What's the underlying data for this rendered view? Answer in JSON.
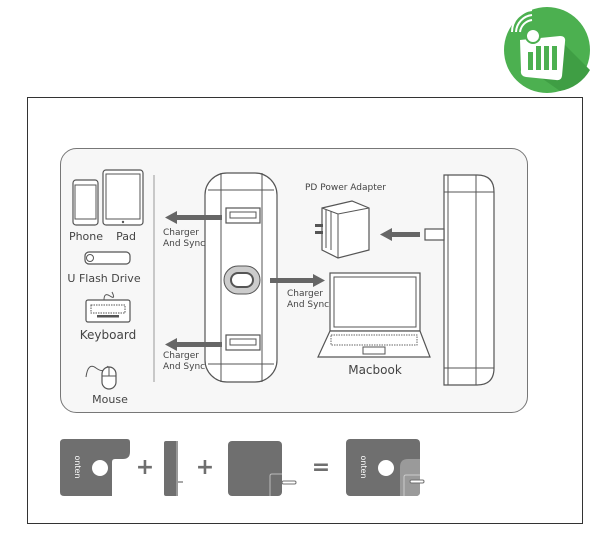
{
  "logo": {
    "name": "brand-logo",
    "colors": {
      "outer": "#4cb050",
      "inner": "#3f9e44",
      "shadow": "#2f7d33"
    }
  },
  "devices": {
    "phone": "Phone",
    "pad": "Pad",
    "flash_drive": "U Flash Drive",
    "keyboard": "Keyboard",
    "mouse": "Mouse"
  },
  "hub": {
    "top_port_label": [
      "Charger",
      "And Sync"
    ],
    "bottom_port_label": [
      "Charger",
      "And Sync"
    ],
    "usbc_port_label": [
      "Charger",
      "And Sync"
    ]
  },
  "adapter": {
    "label": "PD Power Adapter"
  },
  "laptop": {
    "label": "Macbook"
  },
  "assembly": {
    "brand_text": "onten",
    "operators": [
      "+",
      "+",
      "="
    ],
    "fill_color": "#6f6f6f"
  }
}
